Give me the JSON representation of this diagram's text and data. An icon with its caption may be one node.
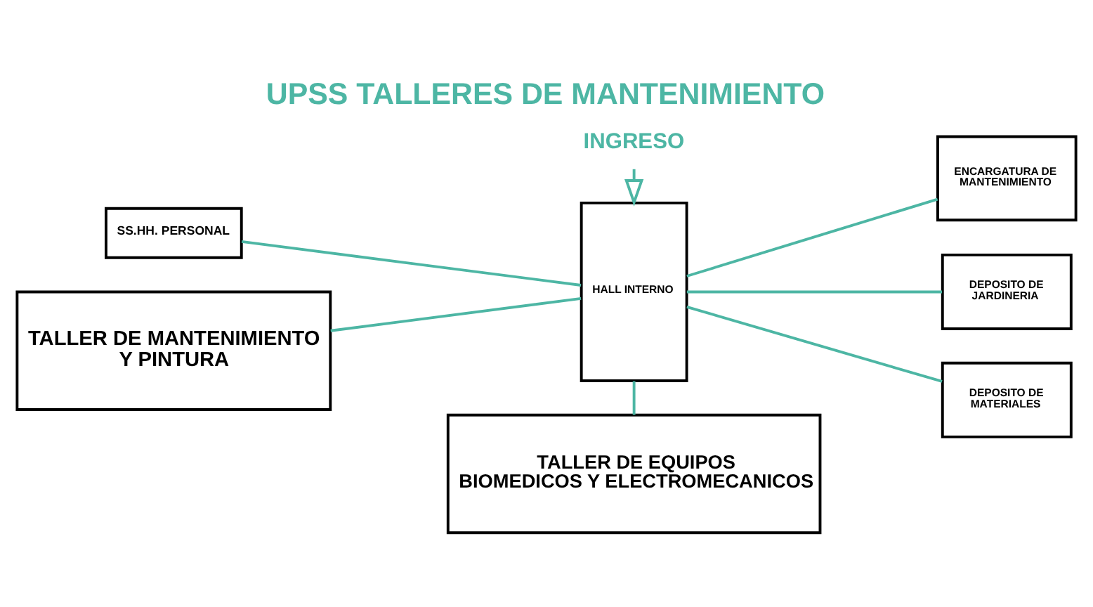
{
  "diagram": {
    "title": "UPSS TALLERES DE MANTENIMIENTO",
    "nodes": [
      {
        "text": [
          "INGRESO"
        ]
      },
      {
        "text": [
          "SS.HH. PERSONAL"
        ]
      },
      {
        "text": [
          "TALLER DE MANTENIMIENTO Y PINTURA"
        ]
      },
      {
        "text": [
          "HALL INTERNO"
        ]
      },
      {
        "text": [
          "ENCARGATURA DE MANTENIMIENTO"
        ]
      },
      {
        "text": [
          "DEPOSITO DE JARDINERIA"
        ]
      },
      {
        "text": [
          "DEPOSITO DE MATERIALES"
        ]
      },
      {
        "text": [
          "TALLER DE EQUIPOS BIOMEDICOS Y ELECTROMECANICOS"
        ]
      }
    ],
    "edges": [
      {
        "from": 0,
        "to": 3,
        "arrow": "to"
      },
      {
        "from": 1,
        "to": 3,
        "arrow": "none"
      },
      {
        "from": 2,
        "to": 3,
        "arrow": "none"
      },
      {
        "from": 3,
        "to": 4,
        "arrow": "none"
      },
      {
        "from": 3,
        "to": 5,
        "arrow": "none"
      },
      {
        "from": 3,
        "to": 6,
        "arrow": "none"
      },
      {
        "from": 3,
        "to": 7,
        "arrow": "none"
      }
    ]
  }
}
